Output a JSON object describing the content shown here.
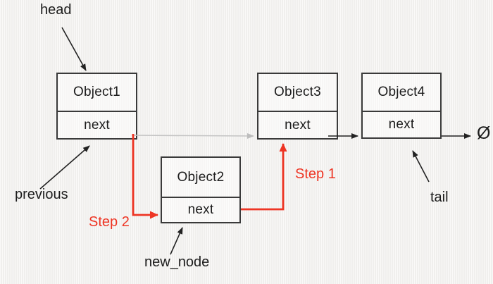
{
  "nodes": [
    {
      "title": "Object1",
      "field": "next"
    },
    {
      "title": "Object2",
      "field": "next"
    },
    {
      "title": "Object3",
      "field": "next"
    },
    {
      "title": "Object4",
      "field": "next"
    }
  ],
  "labels": {
    "head": "head",
    "previous": "previous",
    "new_node": "new_node",
    "tail": "tail",
    "step1": "Step 1",
    "step2": "Step 2",
    "null_symbol": "Ø"
  },
  "colors": {
    "step_red": "#ee3524",
    "old_link_gray": "#c4c4c4",
    "line_black": "#222222",
    "background": "#f3f2f0"
  }
}
